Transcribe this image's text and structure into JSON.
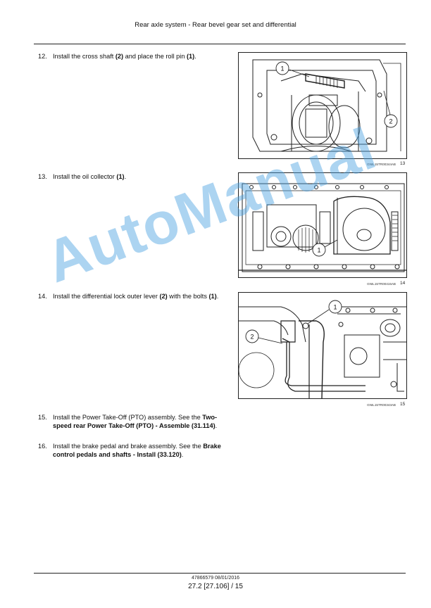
{
  "header": {
    "title": "Rear axle system - Rear bevel gear set and differential"
  },
  "steps": [
    {
      "number": "12.",
      "text_before": "Install the cross shaft ",
      "bold_1": "(2)",
      "text_mid": " and place the roll pin ",
      "bold_2": "(1)",
      "text_after": "."
    },
    {
      "number": "13.",
      "text_before": "Install the oil collector ",
      "bold_1": "(1)",
      "text_after": "."
    },
    {
      "number": "14.",
      "text_before": "Install the differential lock outer lever ",
      "bold_1": "(2)",
      "text_mid": " with the bolts ",
      "bold_2": "(1)",
      "text_after": "."
    },
    {
      "number": "15.",
      "text_before": "Install the Power Take-Off (PTO) assembly.  See the ",
      "bold_ref": "Two-speed rear Power Take-Off (PTO) - Assemble (31.114)",
      "text_after": "."
    },
    {
      "number": "16.",
      "text_before": "Install the brake pedal and brake assembly.  See the ",
      "bold_ref": "Brake control pedals and shafts - Install (33.120)",
      "text_after": "."
    }
  ],
  "figures": [
    {
      "code": "GNIL15TR00344AB",
      "number": "13",
      "callouts": [
        "1",
        "2"
      ]
    },
    {
      "code": "GNIL15TR00415AB",
      "number": "14",
      "callouts": [
        "1"
      ]
    },
    {
      "code": "GNIL15TR00343AB",
      "number": "15",
      "callouts": [
        "1",
        "2"
      ]
    }
  ],
  "watermark": "AutoManual",
  "footer": {
    "doc_code": "47866579 08/01/2016",
    "page": "27.2 [27.106] / 15"
  }
}
